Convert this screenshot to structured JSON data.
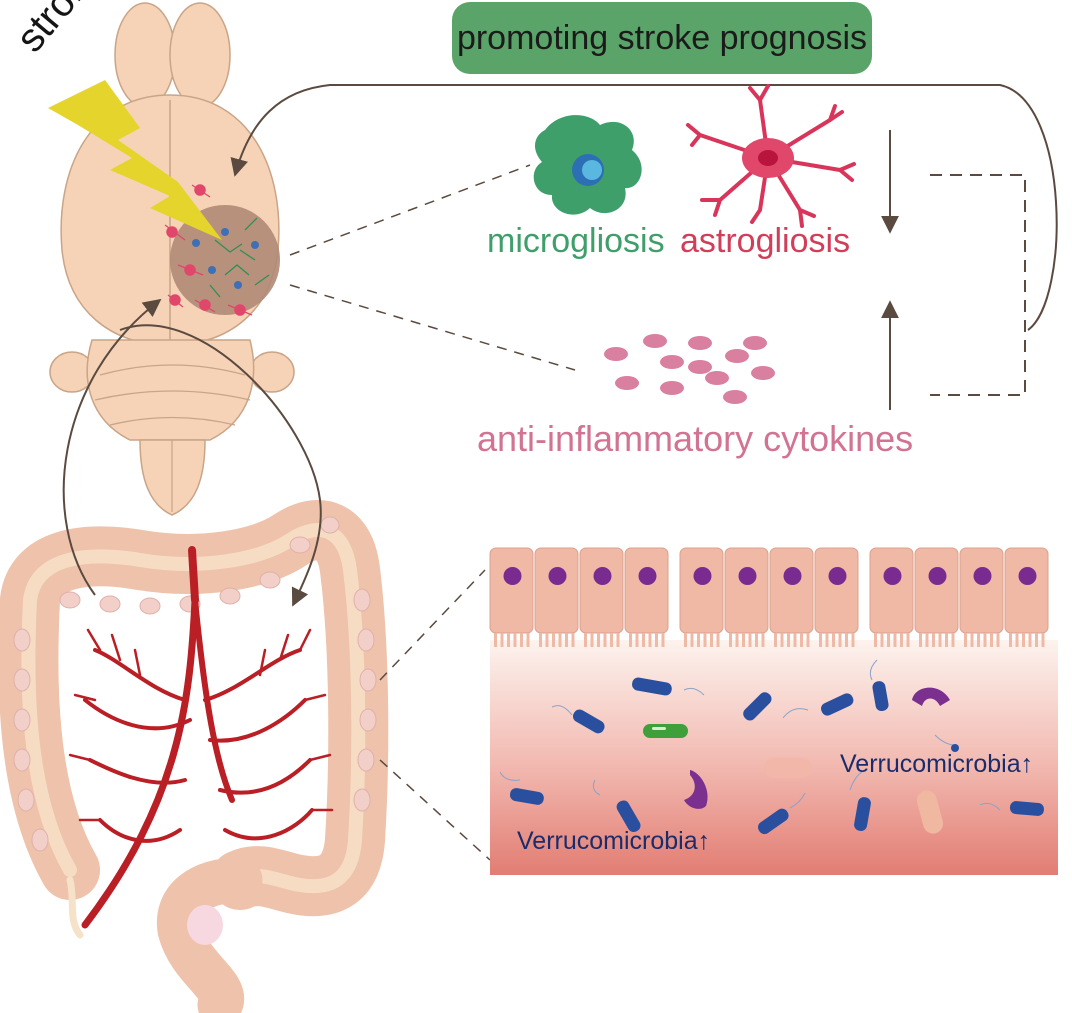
{
  "banner": {
    "text": "promoting stroke prognosis"
  },
  "stroke": {
    "label": "stroke"
  },
  "glia": {
    "microgliosis": "microgliosis",
    "astrogliosis": "astrogliosis"
  },
  "cytokines": {
    "label": "anti-inflammatory cytokines"
  },
  "bacteria": {
    "upper_label": "Verrucomicrobia",
    "lower_label": "Verrucomicrobia"
  },
  "colors": {
    "banner": "#5aa469",
    "microglia": "#3f9f6b",
    "astrocyte": "#d23d5a",
    "cytokine": "#d27394",
    "arrow": "#5a4a3f",
    "brain": "#f6d3b7",
    "intestine": "#f1c4ad",
    "vessel": "#b91f24",
    "epithelium": "#f0b9a6",
    "nucleus": "#7a2b8f",
    "bacteria_blue": "#2a4f9f",
    "verruco_purple": "#7b2f8f",
    "lumen_top": "#fdf3ee",
    "lumen_bottom": "#e47f75",
    "label_navy": "#1b2c6b"
  }
}
